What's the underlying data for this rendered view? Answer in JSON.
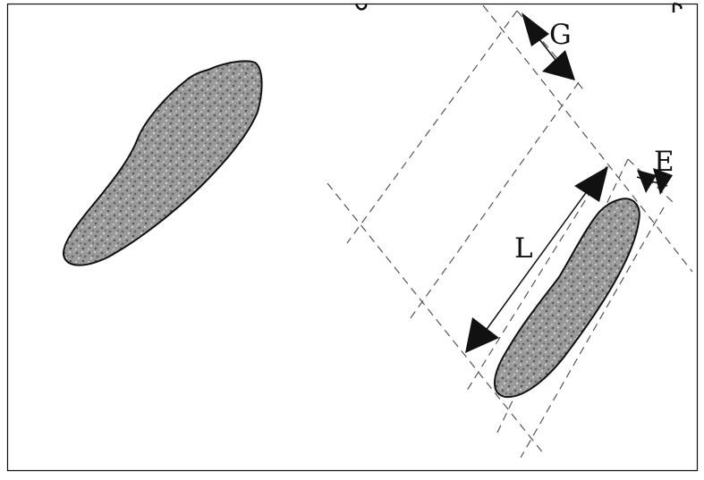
{
  "figure": {
    "labels": {
      "g": "G",
      "e": "E",
      "l": "L"
    },
    "colors": {
      "line": "#111111",
      "dash": "#555555",
      "particle_fill": "#9a9a9a",
      "particle_dark": "#5e5e5e",
      "particle_light": "#d2d2d2",
      "background": "#ffffff"
    }
  }
}
